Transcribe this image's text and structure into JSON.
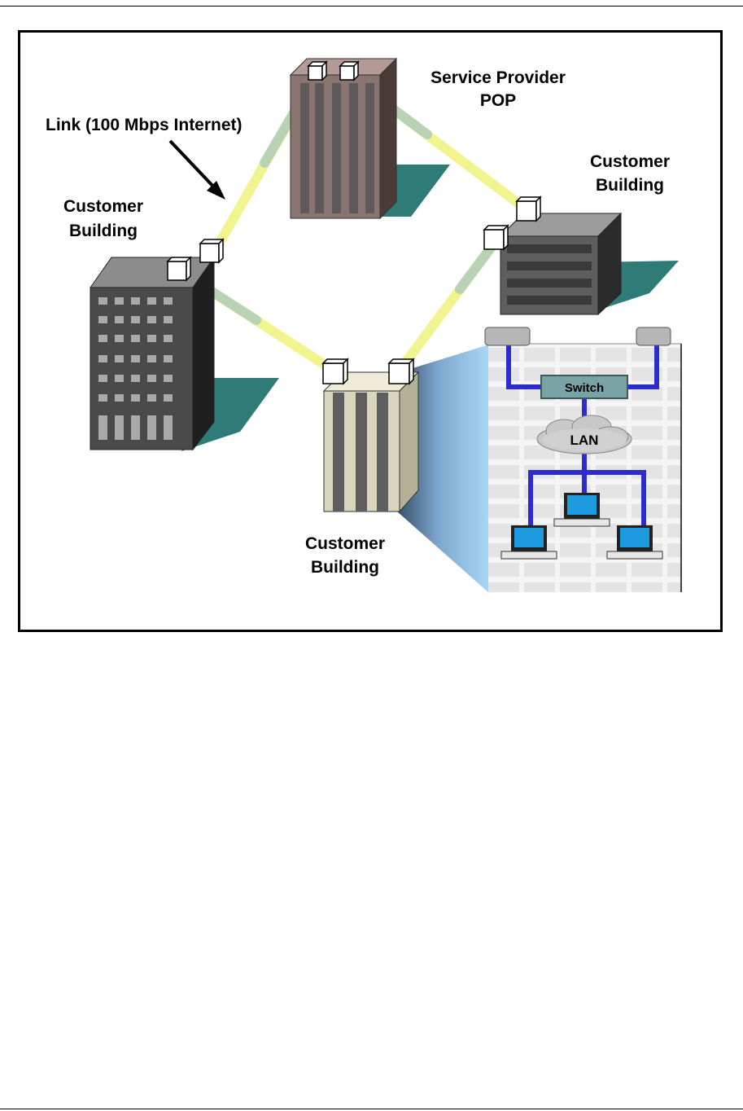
{
  "labels": {
    "service_provider_line1": "Service Provider",
    "service_provider_line2": "POP",
    "link": "Link (100 Mbps Internet)",
    "customer_left_line1": "Customer",
    "customer_left_line2": "Building",
    "customer_right_line1": "Customer",
    "customer_right_line2": "Building",
    "customer_bottom_line1": "Customer",
    "customer_bottom_line2": "Building",
    "switch": "Switch",
    "lan": "LAN"
  },
  "colors": {
    "frame": "#000000",
    "shadow": "#2e7b78",
    "link_glow": "#f3f59a",
    "link_mid": "#c3d6b0",
    "lan_cable": "#2b2bd0",
    "pop_building": "#8a7470",
    "left_building": "#4a4a4a",
    "right_building": "#5e5e5e",
    "bottom_building": "#d8d6bd",
    "zoom_beam": "#8fc6ee"
  }
}
